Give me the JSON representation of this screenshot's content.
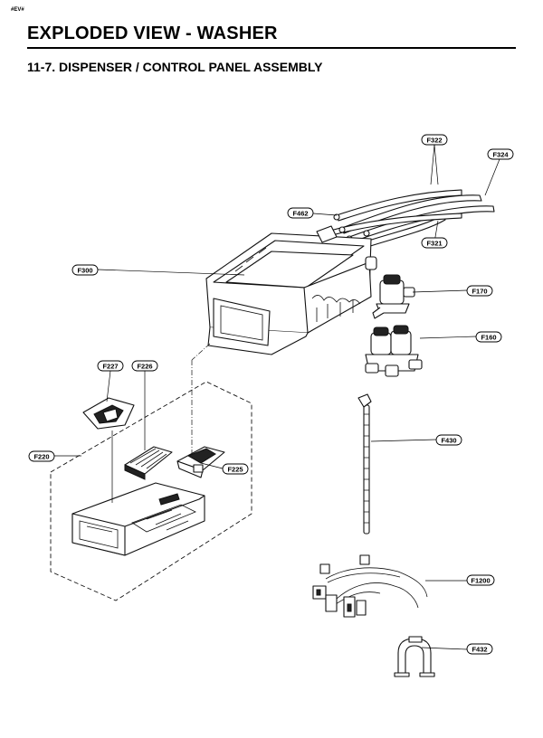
{
  "header": {
    "tag": "#EV#",
    "title": "EXPLODED VIEW - WASHER",
    "subtitle": "11-7. DISPENSER / CONTROL PANEL ASSEMBLY"
  },
  "parts": {
    "f322": "F322",
    "f324": "F324",
    "f462": "F462",
    "f321": "F321",
    "f300": "F300",
    "f170": "F170",
    "f160": "F160",
    "f227": "F227",
    "f226": "F226",
    "f220": "F220",
    "f225": "F225",
    "f430": "F430",
    "f1200": "F1200",
    "f432": "F432"
  }
}
